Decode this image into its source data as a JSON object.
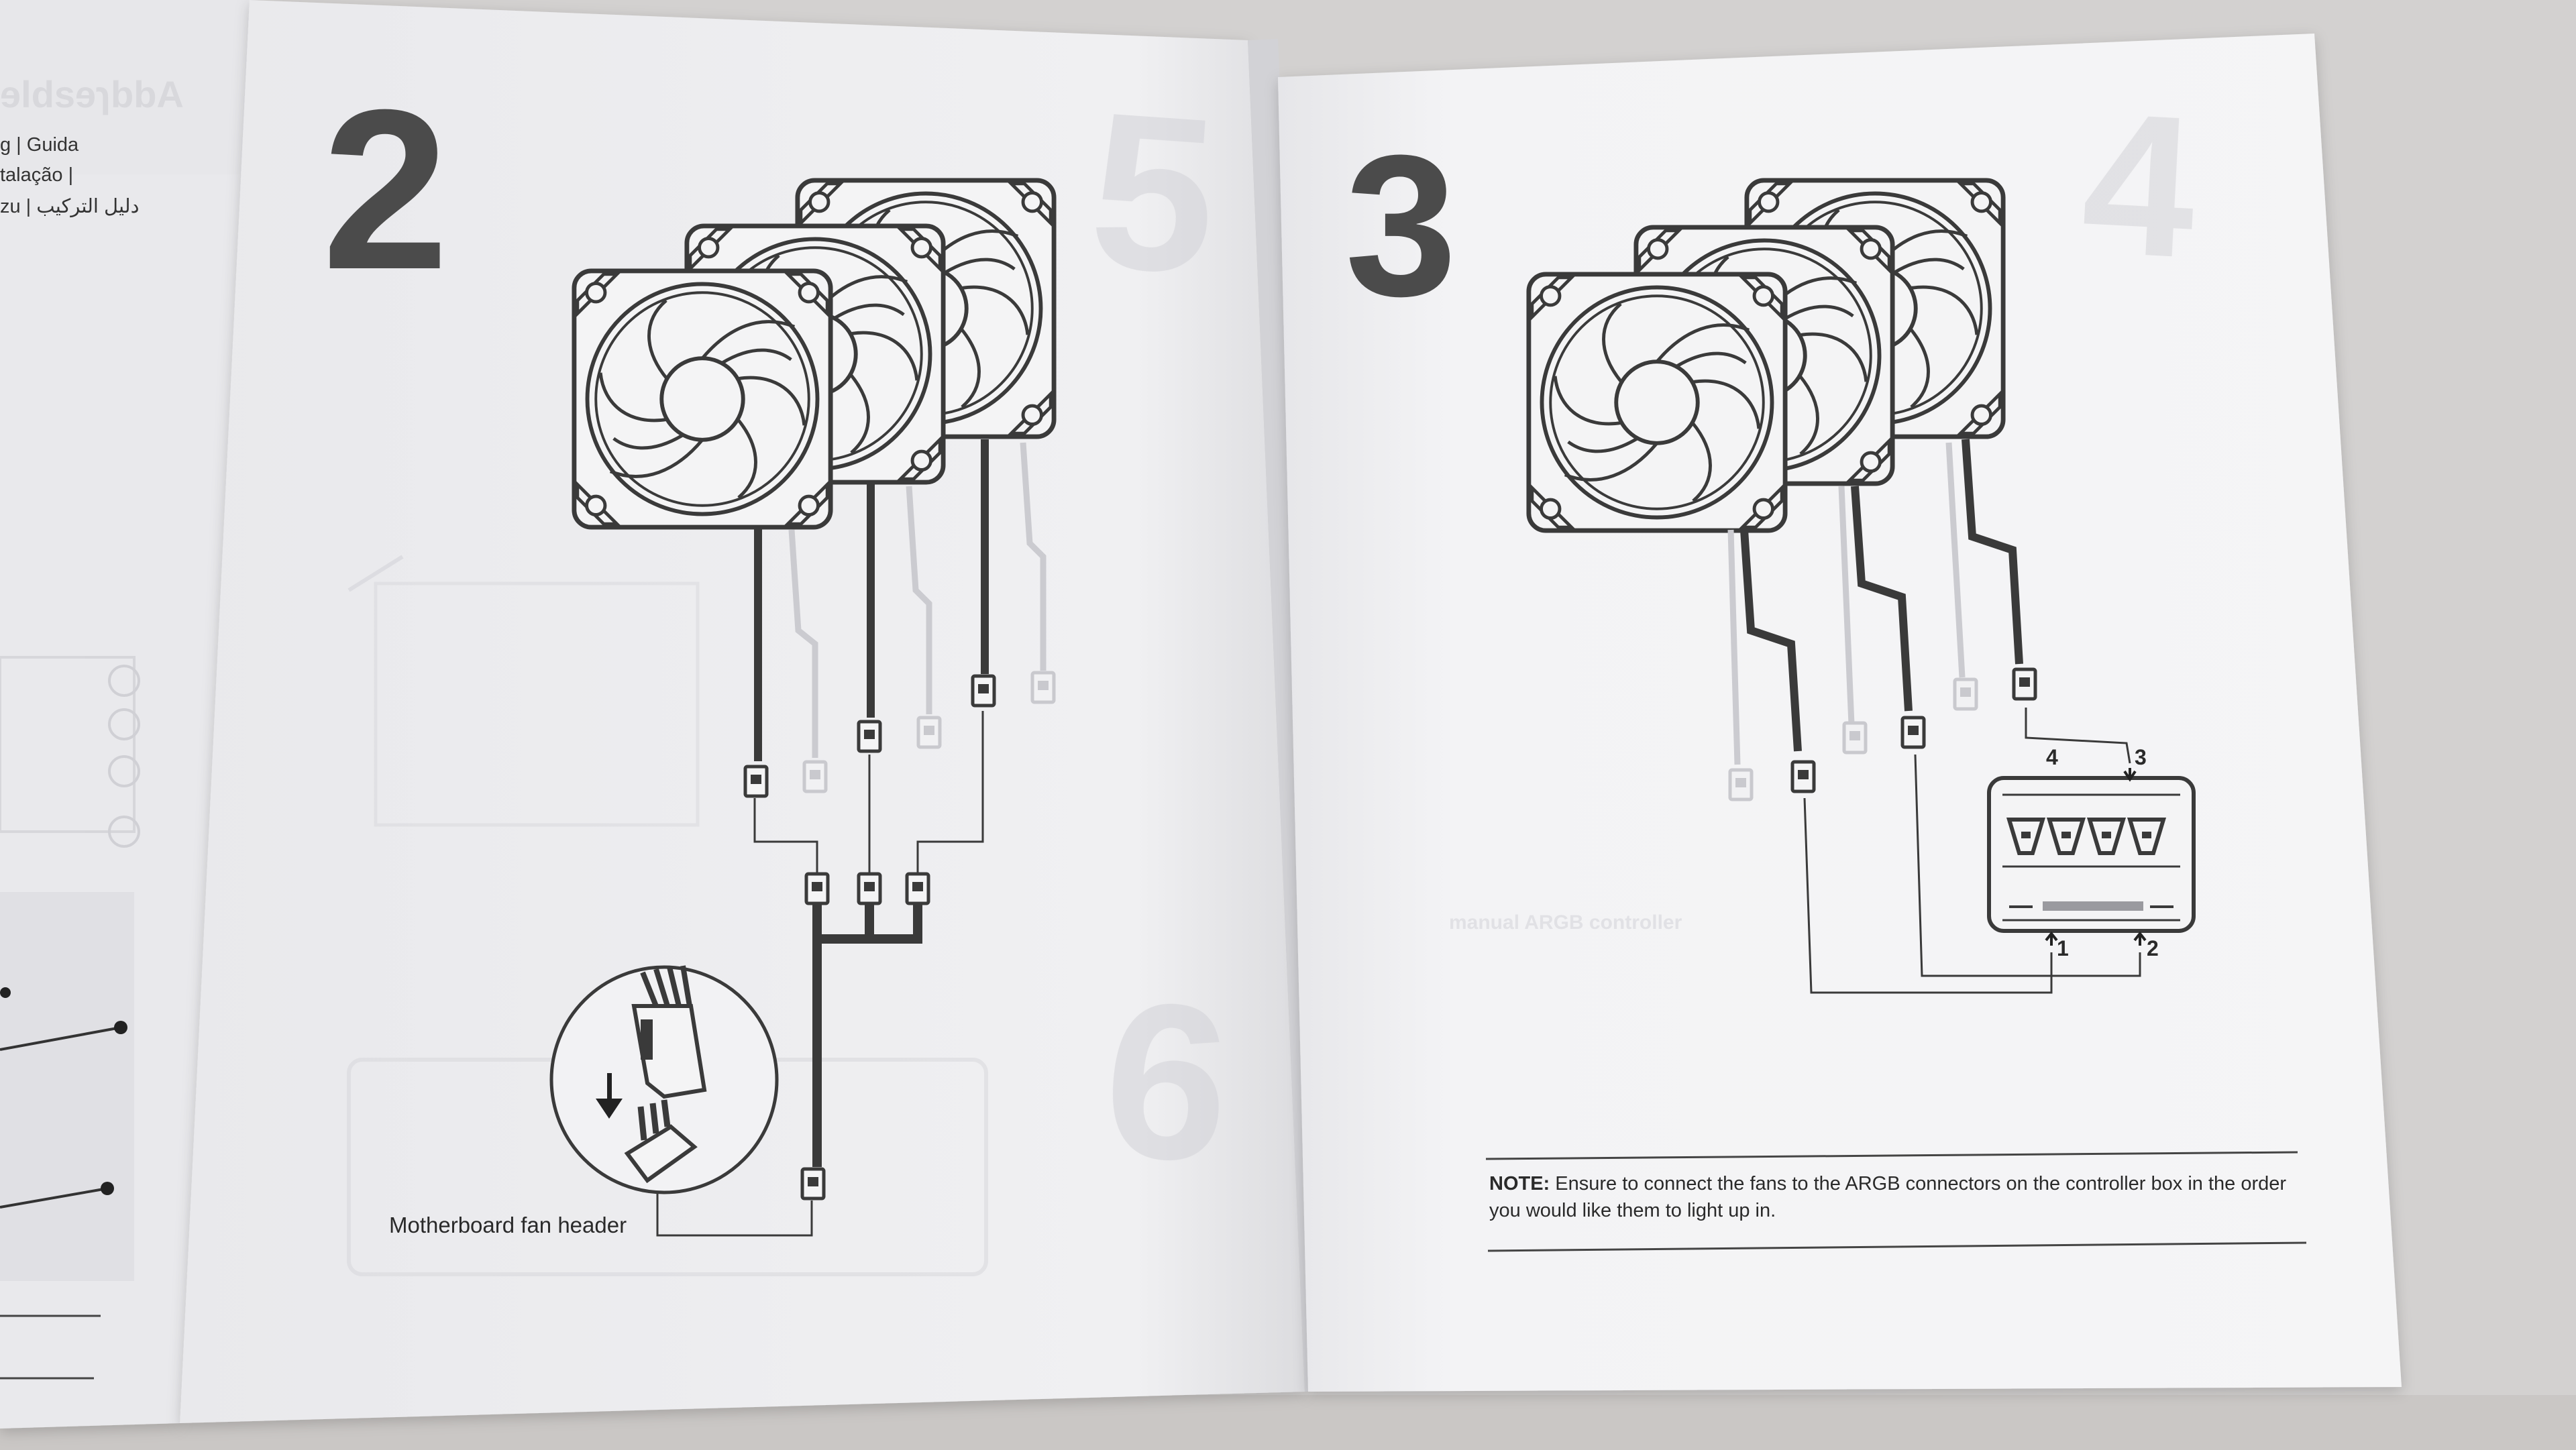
{
  "left_flap": {
    "title_lines": [
      "g | Guida",
      "talação |",
      "zu | دليل التركيب"
    ]
  },
  "page_left": {
    "step_number": "2",
    "motherboard_label": "Motherboard fan header"
  },
  "page_right": {
    "step_number": "3",
    "controller_port_labels": [
      "4",
      "3",
      "1",
      "2"
    ],
    "note_label": "NOTE:",
    "note_text": "Ensure to connect the fans to the ARGB connectors on the controller box in the order you would like them to light up in."
  },
  "colors": {
    "background": "#d6d4d3",
    "paper": "#f1f1f3",
    "ink": "#3a3a3a"
  }
}
